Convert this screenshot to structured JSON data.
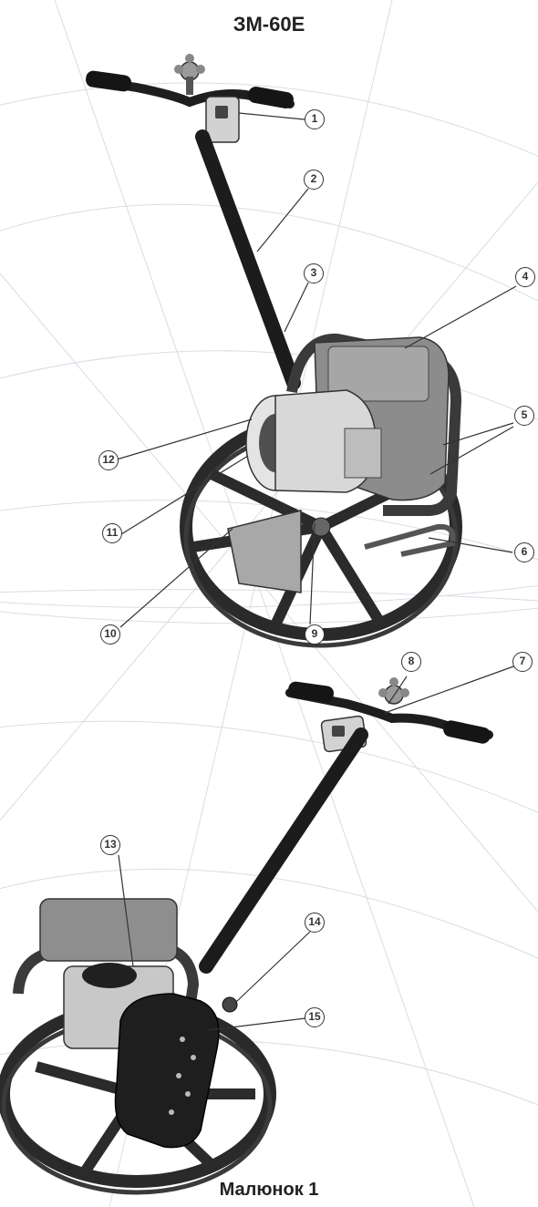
{
  "model_title": "ЗМ-60Е",
  "figure_caption": "Малюнок 1",
  "callouts": [
    "1",
    "2",
    "3",
    "4",
    "5",
    "6",
    "7",
    "8",
    "9",
    "10",
    "11",
    "12",
    "13",
    "14",
    "15"
  ],
  "colors": {
    "line": "#333333",
    "background_lines": "#d7dde3",
    "machine_dark": "#1e1e1e",
    "machine_metal": "#b9b9b9"
  }
}
